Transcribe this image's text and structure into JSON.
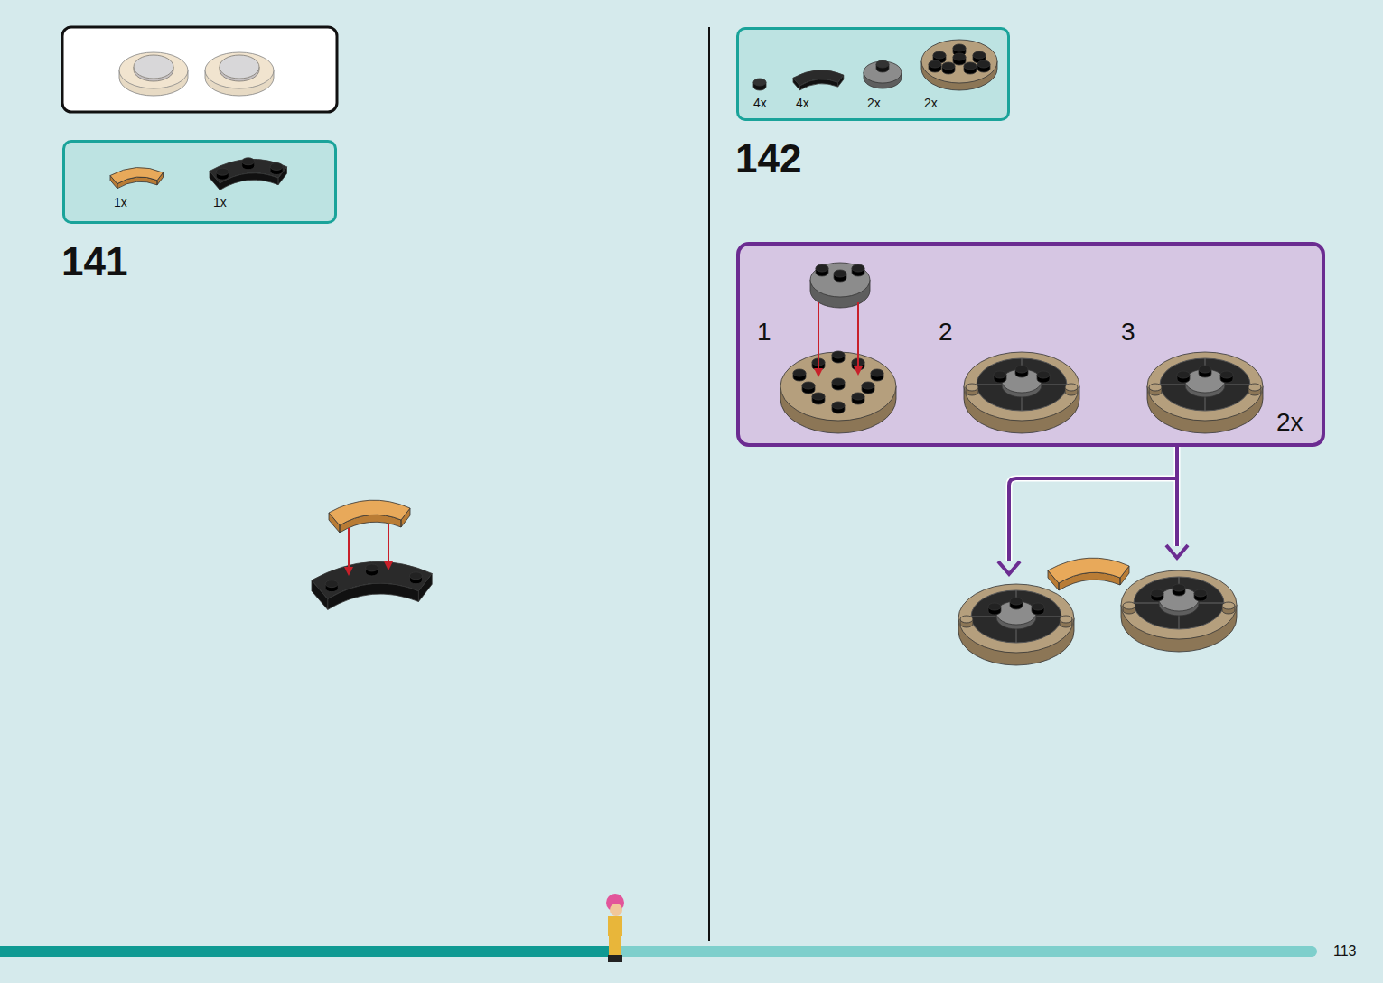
{
  "diagram": {
    "nodes": [
      {
        "text": [
          "1x",
          "1x"
        ]
      },
      {
        "text": [
          "4x",
          "4x",
          "2x",
          "2x"
        ]
      },
      {
        "text": [
          "1",
          "2",
          "3",
          "2x"
        ]
      }
    ],
    "labels": [
      "141",
      "142",
      "113"
    ]
  }
}
